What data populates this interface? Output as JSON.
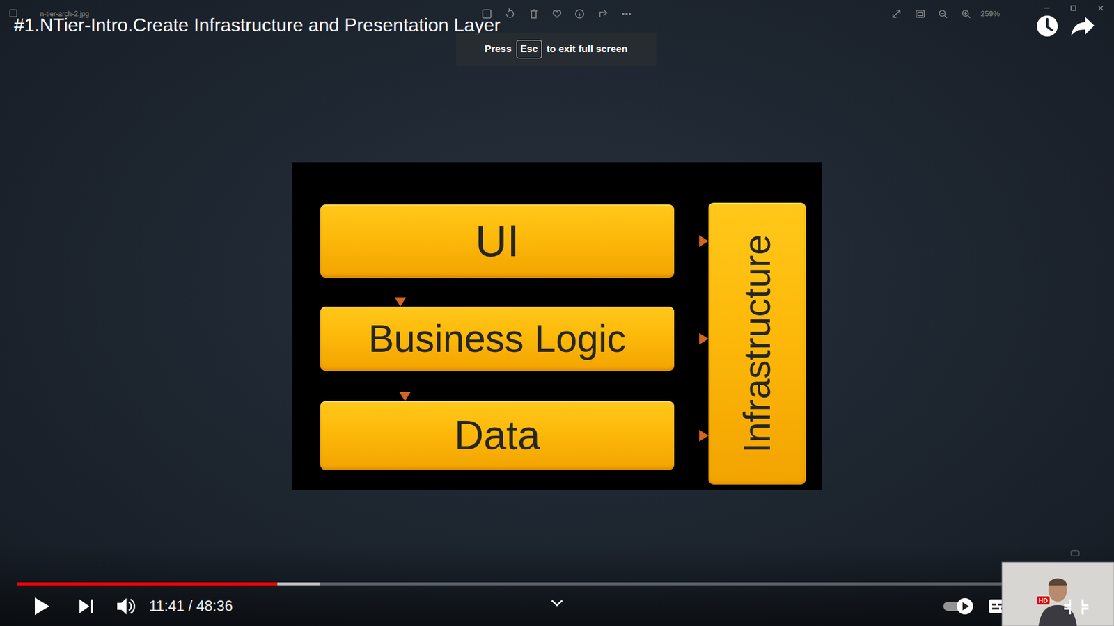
{
  "diagram": {
    "title": "#1.NTier-Intro.Create Infrastructure and Presentation Layer",
    "nodes": [
      {
        "text": [
          "UI"
        ]
      },
      {
        "text": [
          "Business Logic"
        ]
      },
      {
        "text": [
          "Data"
        ]
      },
      {
        "text": [
          "Infrastructure"
        ]
      }
    ],
    "edges": [
      {
        "from": 0,
        "to": 1,
        "arrow": "to"
      },
      {
        "from": 1,
        "to": 2,
        "arrow": "to"
      },
      {
        "from": 0,
        "to": 3,
        "arrow": "to"
      },
      {
        "from": 1,
        "to": 3,
        "arrow": "to"
      },
      {
        "from": 2,
        "to": 3,
        "arrow": "to"
      }
    ],
    "labels": [
      "n-tier-arch-2.jpg",
      "Press",
      "Esc",
      "to exit full screen",
      "11:41 / 48:36",
      "259%",
      "HD"
    ]
  }
}
